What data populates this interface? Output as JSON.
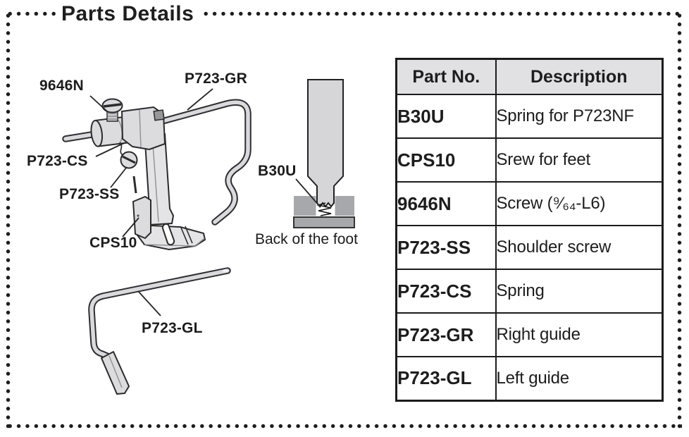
{
  "title": "Parts Details",
  "diagram": {
    "labels": {
      "s9646n": "9646N",
      "p723gr": "P723-GR",
      "p723cs": "P723-CS",
      "p723ss": "P723-SS",
      "cps10": "CPS10",
      "b30u": "B30U",
      "p723gl": "P723-GL"
    },
    "captions": {
      "back_of_foot": "Back of the foot"
    }
  },
  "table": {
    "headers": [
      "Part No.",
      "Description"
    ],
    "rows": [
      {
        "part_no": "B30U",
        "description": "Spring for P723NF"
      },
      {
        "part_no": "CPS10",
        "description": "Srew for feet"
      },
      {
        "part_no": "9646N",
        "description": "Screw  (⁹⁄₆₄-L6)"
      },
      {
        "part_no": "P723-SS",
        "description": "Shoulder screw"
      },
      {
        "part_no": "P723-CS",
        "description": "Spring"
      },
      {
        "part_no": "P723-GR",
        "description": "Right guide"
      },
      {
        "part_no": "P723-GL",
        "description": "Left guide"
      }
    ]
  },
  "colors": {
    "ink": "#1d1d1d",
    "metal_fill": "#dcdcdf",
    "block_gray": "#a7a8ab",
    "table_header_bg": "#e1e1e3"
  }
}
